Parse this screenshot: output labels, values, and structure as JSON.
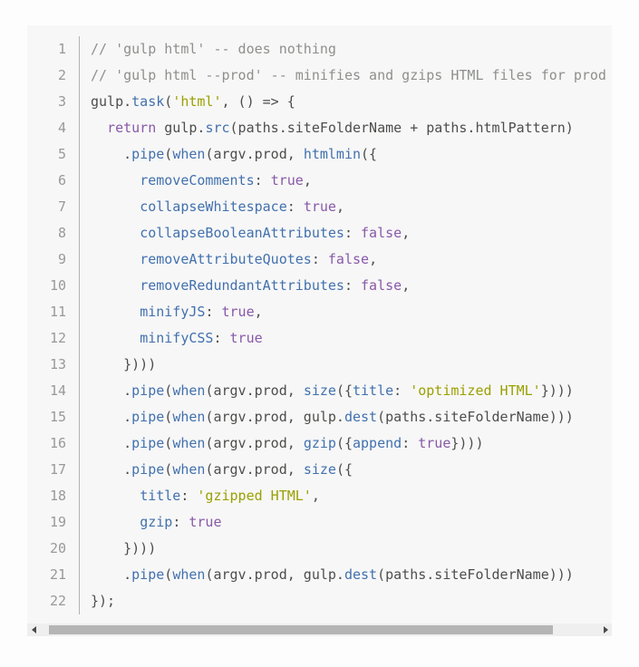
{
  "syntax_colors": {
    "plain": "#4d4d4c",
    "comment": "#8e908c",
    "func": "#4271ae",
    "key": "#4271ae",
    "string": "#9aa000",
    "keyword": "#8959a8",
    "boolean": "#8959a8"
  },
  "gutter": {
    "number_color": "#999999",
    "divider_color": "#b3b3b3"
  },
  "block": {
    "background": "#f7f7f7"
  },
  "scrollbar": {
    "track_color": "#efefef",
    "thumb_color": "#b5b5b5"
  },
  "code": {
    "lines": [
      {
        "n": 1,
        "tokens": [
          [
            "comment",
            "// 'gulp html' -- does nothing"
          ]
        ]
      },
      {
        "n": 2,
        "tokens": [
          [
            "comment",
            "// 'gulp html --prod' -- minifies and gzips HTML files for prod"
          ]
        ]
      },
      {
        "n": 3,
        "tokens": [
          [
            "plain",
            "gulp."
          ],
          [
            "func",
            "task"
          ],
          [
            "plain",
            "("
          ],
          [
            "string",
            "'html'"
          ],
          [
            "plain",
            ", () => {"
          ]
        ]
      },
      {
        "n": 4,
        "tokens": [
          [
            "plain",
            "  "
          ],
          [
            "keyword",
            "return"
          ],
          [
            "plain",
            " gulp."
          ],
          [
            "func",
            "src"
          ],
          [
            "plain",
            "(paths.siteFolderName + paths.htmlPattern)"
          ]
        ]
      },
      {
        "n": 5,
        "tokens": [
          [
            "plain",
            "    ."
          ],
          [
            "func",
            "pipe"
          ],
          [
            "plain",
            "("
          ],
          [
            "func",
            "when"
          ],
          [
            "plain",
            "(argv.prod, "
          ],
          [
            "func",
            "htmlmin"
          ],
          [
            "plain",
            "({"
          ]
        ]
      },
      {
        "n": 6,
        "tokens": [
          [
            "plain",
            "      "
          ],
          [
            "key",
            "removeComments"
          ],
          [
            "plain",
            ": "
          ],
          [
            "boolean",
            "true"
          ],
          [
            "plain",
            ","
          ]
        ]
      },
      {
        "n": 7,
        "tokens": [
          [
            "plain",
            "      "
          ],
          [
            "key",
            "collapseWhitespace"
          ],
          [
            "plain",
            ": "
          ],
          [
            "boolean",
            "true"
          ],
          [
            "plain",
            ","
          ]
        ]
      },
      {
        "n": 8,
        "tokens": [
          [
            "plain",
            "      "
          ],
          [
            "key",
            "collapseBooleanAttributes"
          ],
          [
            "plain",
            ": "
          ],
          [
            "boolean",
            "false"
          ],
          [
            "plain",
            ","
          ]
        ]
      },
      {
        "n": 9,
        "tokens": [
          [
            "plain",
            "      "
          ],
          [
            "key",
            "removeAttributeQuotes"
          ],
          [
            "plain",
            ": "
          ],
          [
            "boolean",
            "false"
          ],
          [
            "plain",
            ","
          ]
        ]
      },
      {
        "n": 10,
        "tokens": [
          [
            "plain",
            "      "
          ],
          [
            "key",
            "removeRedundantAttributes"
          ],
          [
            "plain",
            ": "
          ],
          [
            "boolean",
            "false"
          ],
          [
            "plain",
            ","
          ]
        ]
      },
      {
        "n": 11,
        "tokens": [
          [
            "plain",
            "      "
          ],
          [
            "key",
            "minifyJS"
          ],
          [
            "plain",
            ": "
          ],
          [
            "boolean",
            "true"
          ],
          [
            "plain",
            ","
          ]
        ]
      },
      {
        "n": 12,
        "tokens": [
          [
            "plain",
            "      "
          ],
          [
            "key",
            "minifyCSS"
          ],
          [
            "plain",
            ": "
          ],
          [
            "boolean",
            "true"
          ]
        ]
      },
      {
        "n": 13,
        "tokens": [
          [
            "plain",
            "    })))"
          ]
        ]
      },
      {
        "n": 14,
        "tokens": [
          [
            "plain",
            "    ."
          ],
          [
            "func",
            "pipe"
          ],
          [
            "plain",
            "("
          ],
          [
            "func",
            "when"
          ],
          [
            "plain",
            "(argv.prod, "
          ],
          [
            "func",
            "size"
          ],
          [
            "plain",
            "({"
          ],
          [
            "key",
            "title"
          ],
          [
            "plain",
            ": "
          ],
          [
            "string",
            "'optimized HTML'"
          ],
          [
            "plain",
            "})))"
          ]
        ]
      },
      {
        "n": 15,
        "tokens": [
          [
            "plain",
            "    ."
          ],
          [
            "func",
            "pipe"
          ],
          [
            "plain",
            "("
          ],
          [
            "func",
            "when"
          ],
          [
            "plain",
            "(argv.prod, gulp."
          ],
          [
            "func",
            "dest"
          ],
          [
            "plain",
            "(paths.siteFolderName)))"
          ]
        ]
      },
      {
        "n": 16,
        "tokens": [
          [
            "plain",
            "    ."
          ],
          [
            "func",
            "pipe"
          ],
          [
            "plain",
            "("
          ],
          [
            "func",
            "when"
          ],
          [
            "plain",
            "(argv.prod, "
          ],
          [
            "func",
            "gzip"
          ],
          [
            "plain",
            "({"
          ],
          [
            "key",
            "append"
          ],
          [
            "plain",
            ": "
          ],
          [
            "boolean",
            "true"
          ],
          [
            "plain",
            "})))"
          ]
        ]
      },
      {
        "n": 17,
        "tokens": [
          [
            "plain",
            "    ."
          ],
          [
            "func",
            "pipe"
          ],
          [
            "plain",
            "("
          ],
          [
            "func",
            "when"
          ],
          [
            "plain",
            "(argv.prod, "
          ],
          [
            "func",
            "size"
          ],
          [
            "plain",
            "({"
          ]
        ]
      },
      {
        "n": 18,
        "tokens": [
          [
            "plain",
            "      "
          ],
          [
            "key",
            "title"
          ],
          [
            "plain",
            ": "
          ],
          [
            "string",
            "'gzipped HTML'"
          ],
          [
            "plain",
            ","
          ]
        ]
      },
      {
        "n": 19,
        "tokens": [
          [
            "plain",
            "      "
          ],
          [
            "key",
            "gzip"
          ],
          [
            "plain",
            ": "
          ],
          [
            "boolean",
            "true"
          ]
        ]
      },
      {
        "n": 20,
        "tokens": [
          [
            "plain",
            "    })))"
          ]
        ]
      },
      {
        "n": 21,
        "tokens": [
          [
            "plain",
            "    ."
          ],
          [
            "func",
            "pipe"
          ],
          [
            "plain",
            "("
          ],
          [
            "func",
            "when"
          ],
          [
            "plain",
            "(argv.prod, gulp."
          ],
          [
            "func",
            "dest"
          ],
          [
            "plain",
            "(paths.siteFolderName)))"
          ]
        ]
      },
      {
        "n": 22,
        "tokens": [
          [
            "plain",
            "});"
          ]
        ]
      }
    ]
  }
}
